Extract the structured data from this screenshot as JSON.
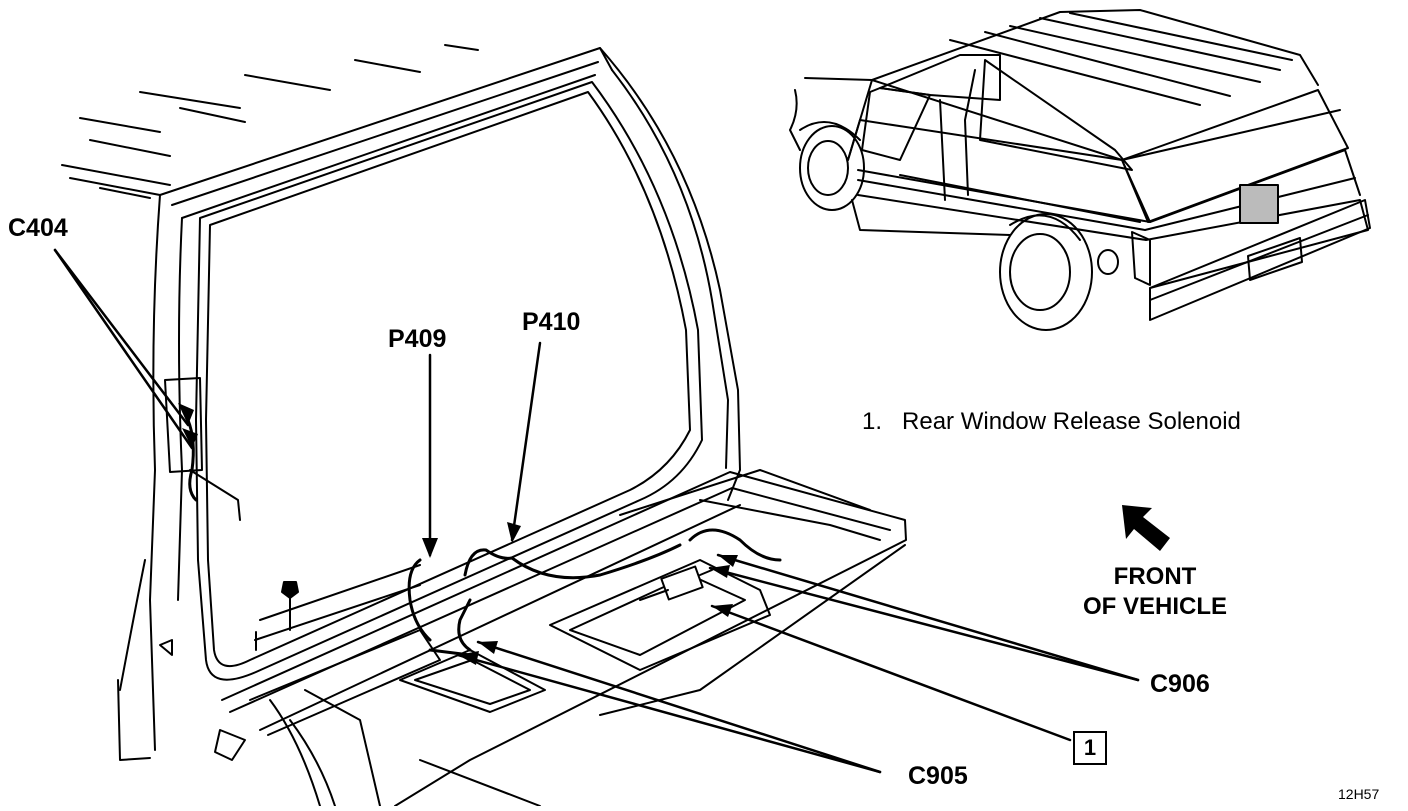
{
  "labels": {
    "c404": "C404",
    "p409": "P409",
    "p410": "P410",
    "c906": "C906",
    "c905": "C905",
    "callout_1": "1"
  },
  "legend": {
    "item_1_number": "1.",
    "item_1_text": "Rear Window Release Solenoid"
  },
  "front_indicator": {
    "line1": "FRONT",
    "line2": "OF VEHICLE"
  },
  "figure_id": "12H57"
}
